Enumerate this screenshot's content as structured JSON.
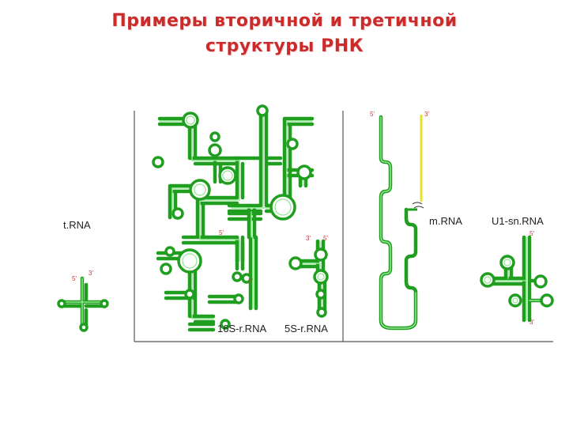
{
  "title_line1": "Примеры вторичной и третичной",
  "title_line2": "структуры РНК",
  "labels": {
    "trna": "t.RNA",
    "rrna16s": "16S-r.RNA",
    "rrna5s": "5S-r.RNA",
    "mrna": "m.RNA",
    "snrna": "U1-sn.RNA"
  },
  "ends": {
    "five": "5'",
    "three": "3'"
  },
  "colors": {
    "title": "#cc2b2b",
    "strand": "#1f9e1f",
    "strand_light": "#7ee07e",
    "mrna_tail": "#e3e328",
    "frame": "#555555",
    "end_label": "#cc3a3a"
  }
}
